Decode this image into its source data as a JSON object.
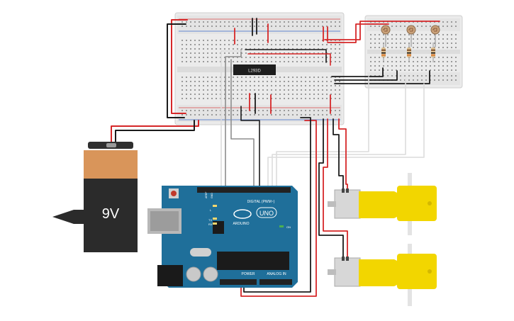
{
  "battery": {
    "label": "9V",
    "colors": {
      "body": "#2b2b2b",
      "cap": "#d9955a",
      "terminal": "#9a9a9a"
    }
  },
  "ic": {
    "label": "L293D"
  },
  "arduino": {
    "brand": "ARDUINO",
    "model": "UNO",
    "digital_label": "DIGITAL (PWM~)",
    "power_label": "POWER",
    "analog_label": "ANALOG IN",
    "on_label": "ON",
    "l_label": "L",
    "tx_label": "TX",
    "rx_label": "RX",
    "aref_label": "AREF",
    "gnd_label": "GND",
    "colors": {
      "board": "#1f6f9a",
      "header": "#222222",
      "chip": "#1b1b1b"
    }
  },
  "colors": {
    "wire_red": "#d62728",
    "wire_black": "#1b1b1b",
    "wire_white": "#e6e6e6",
    "wire_gray": "#8e8e8e",
    "breadboard": "#ececec",
    "motor_yellow": "#f2d600"
  }
}
